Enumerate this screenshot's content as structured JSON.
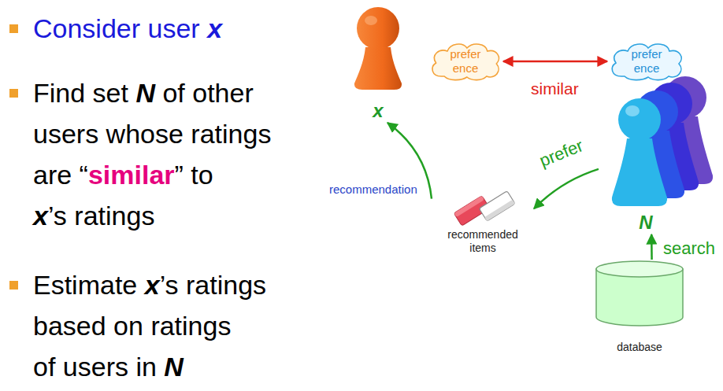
{
  "diagram": {
    "nodes": [
      {
        "text": [
          "prefer ence"
        ]
      },
      {
        "text": [
          "prefer ence"
        ]
      },
      {
        "text": [
          "x"
        ]
      },
      {
        "text": [
          "recommended items"
        ]
      },
      {
        "text": [
          "N"
        ]
      },
      {
        "text": [
          "database"
        ]
      }
    ],
    "edges": [
      {
        "from": 0,
        "to": 1,
        "arrow": "both",
        "label": "similar"
      },
      {
        "from": 5,
        "to": 4,
        "arrow": "to",
        "label": "search"
      },
      {
        "from": 4,
        "to": 3,
        "arrow": "to",
        "label": "prefer"
      },
      {
        "from": 3,
        "to": 2,
        "arrow": "to",
        "label": "recommendation"
      }
    ],
    "labels": [
      "Consider user x",
      "Find set N of other users whose ratings are “similar” to x’s ratings",
      "Estimate x’s ratings based on ratings of users in N"
    ]
  }
}
